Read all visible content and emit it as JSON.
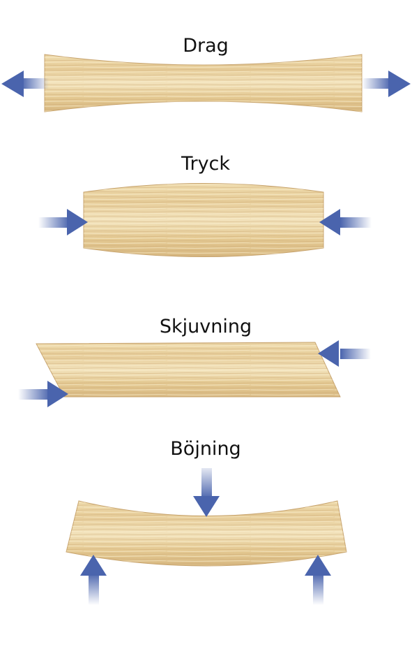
{
  "labels": {
    "drag": "Drag",
    "tryck": "Tryck",
    "skjuvning": "Skjuvning",
    "bojning": "Böjning"
  },
  "colors": {
    "wood_light": "#f1dfb4",
    "wood_mid": "#e3c894",
    "wood_grain": "#c9a873",
    "wood_edge": "#bf9a62",
    "arrow": "#4a64ad"
  },
  "icons": {
    "force_arrow": "arrow-icon",
    "wood_piece": "wood-plank"
  }
}
